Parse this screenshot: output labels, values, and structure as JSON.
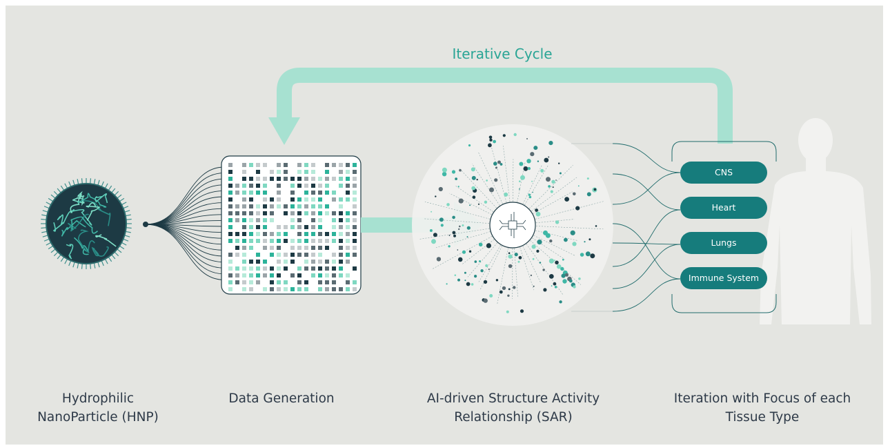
{
  "title": "Iterative Cycle",
  "tissues": [
    "CNS",
    "Heart",
    "Lungs",
    "Immune System"
  ],
  "captions": {
    "hnp": "Hydrophilic NanoParticle (HNP)",
    "data": "Data Generation",
    "sar": "AI-driven Structure Activity Relationship (SAR)",
    "iteration": "Iteration with Focus of each Tissue Type"
  },
  "colors": {
    "background": "#e4e5e1",
    "teal_dark": "#167c7c",
    "mint": "#8fdcc6",
    "navy": "#1e3540",
    "caption": "#2e3a48"
  }
}
